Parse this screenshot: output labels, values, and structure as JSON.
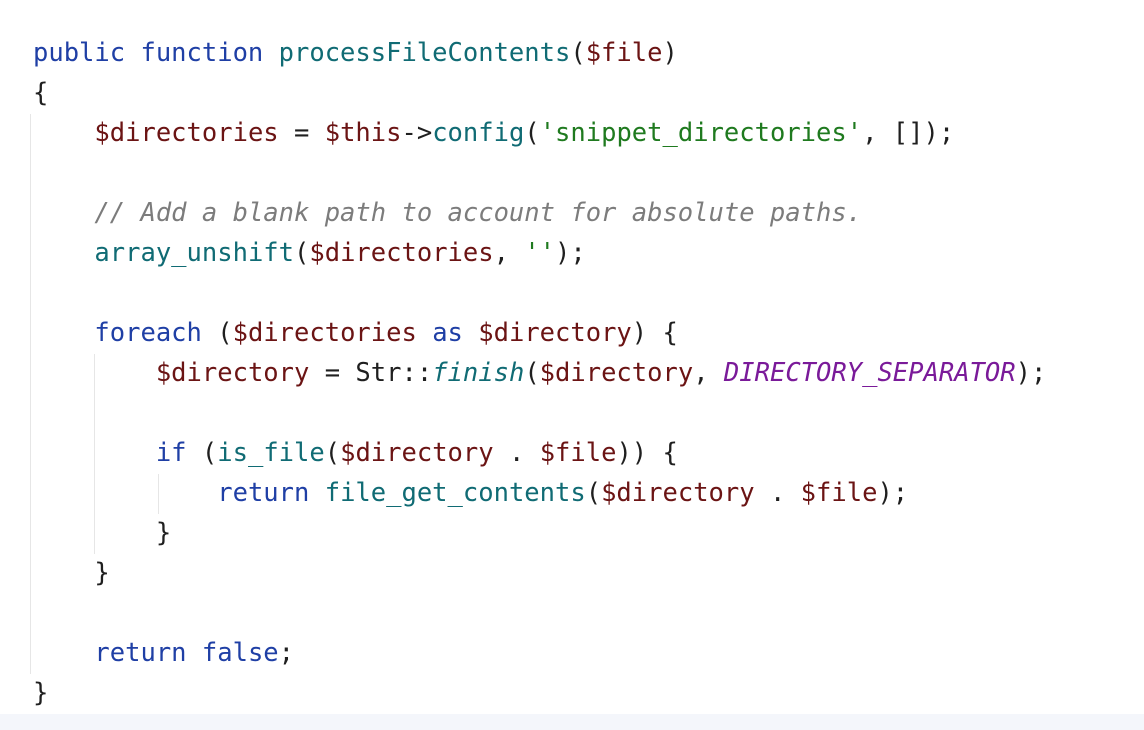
{
  "editor": {
    "lines": [
      [
        {
          "t": "public function ",
          "c": "kw"
        },
        {
          "t": "processFileContents",
          "c": "fn"
        },
        {
          "t": "(",
          "c": "pl"
        },
        {
          "t": "$file",
          "c": "var"
        },
        {
          "t": ")",
          "c": "pl"
        }
      ],
      [
        {
          "t": "{",
          "c": "pl"
        }
      ],
      [
        {
          "t": "    ",
          "c": "pl"
        },
        {
          "t": "$directories",
          "c": "var"
        },
        {
          "t": " = ",
          "c": "pl"
        },
        {
          "t": "$this",
          "c": "var"
        },
        {
          "t": "->",
          "c": "pl"
        },
        {
          "t": "config",
          "c": "fn"
        },
        {
          "t": "(",
          "c": "pl"
        },
        {
          "t": "'snippet_directories'",
          "c": "str"
        },
        {
          "t": ", []);",
          "c": "pl"
        }
      ],
      [],
      [
        {
          "t": "    ",
          "c": "pl"
        },
        {
          "t": "// Add a blank path to account for absolute paths.",
          "c": "cmt"
        }
      ],
      [
        {
          "t": "    ",
          "c": "pl"
        },
        {
          "t": "array_unshift",
          "c": "fn"
        },
        {
          "t": "(",
          "c": "pl"
        },
        {
          "t": "$directories",
          "c": "var"
        },
        {
          "t": ", ",
          "c": "pl"
        },
        {
          "t": "''",
          "c": "str"
        },
        {
          "t": ");",
          "c": "pl"
        }
      ],
      [],
      [
        {
          "t": "    ",
          "c": "pl"
        },
        {
          "t": "foreach",
          "c": "kw"
        },
        {
          "t": " (",
          "c": "pl"
        },
        {
          "t": "$directories",
          "c": "var"
        },
        {
          "t": " as ",
          "c": "kw"
        },
        {
          "t": "$directory",
          "c": "var"
        },
        {
          "t": ") {",
          "c": "pl"
        }
      ],
      [
        {
          "t": "        ",
          "c": "pl"
        },
        {
          "t": "$directory",
          "c": "var"
        },
        {
          "t": " = Str::",
          "c": "pl"
        },
        {
          "t": "finish",
          "c": "call-it"
        },
        {
          "t": "(",
          "c": "pl"
        },
        {
          "t": "$directory",
          "c": "var"
        },
        {
          "t": ", ",
          "c": "pl"
        },
        {
          "t": "DIRECTORY_SEPARATOR",
          "c": "const"
        },
        {
          "t": ");",
          "c": "pl"
        }
      ],
      [],
      [
        {
          "t": "        ",
          "c": "pl"
        },
        {
          "t": "if",
          "c": "kw"
        },
        {
          "t": " (",
          "c": "pl"
        },
        {
          "t": "is_file",
          "c": "fn"
        },
        {
          "t": "(",
          "c": "pl"
        },
        {
          "t": "$directory",
          "c": "var"
        },
        {
          "t": " . ",
          "c": "pl"
        },
        {
          "t": "$file",
          "c": "var"
        },
        {
          "t": ")) {",
          "c": "pl"
        }
      ],
      [
        {
          "t": "            ",
          "c": "pl"
        },
        {
          "t": "return",
          "c": "kw"
        },
        {
          "t": " ",
          "c": "pl"
        },
        {
          "t": "file_get_contents",
          "c": "fn"
        },
        {
          "t": "(",
          "c": "pl"
        },
        {
          "t": "$directory",
          "c": "var"
        },
        {
          "t": " . ",
          "c": "pl"
        },
        {
          "t": "$file",
          "c": "var"
        },
        {
          "t": ");",
          "c": "pl"
        }
      ],
      [
        {
          "t": "        }",
          "c": "pl"
        }
      ],
      [
        {
          "t": "    }",
          "c": "pl"
        }
      ],
      [],
      [
        {
          "t": "    ",
          "c": "pl"
        },
        {
          "t": "return false",
          "c": "kw"
        },
        {
          "t": ";",
          "c": "pl"
        }
      ],
      [
        {
          "t": "}",
          "c": "pl"
        }
      ]
    ]
  },
  "colors": {
    "keyword": "#1f3fa5",
    "function": "#106b74",
    "variable": "#6b1414",
    "string": "#1f7a1f",
    "comment": "#7c7c7c",
    "constant": "#7a1a99",
    "plain": "#1f1f1f",
    "background": "#ffffff",
    "bottom_bar": "#f4f6fb"
  }
}
